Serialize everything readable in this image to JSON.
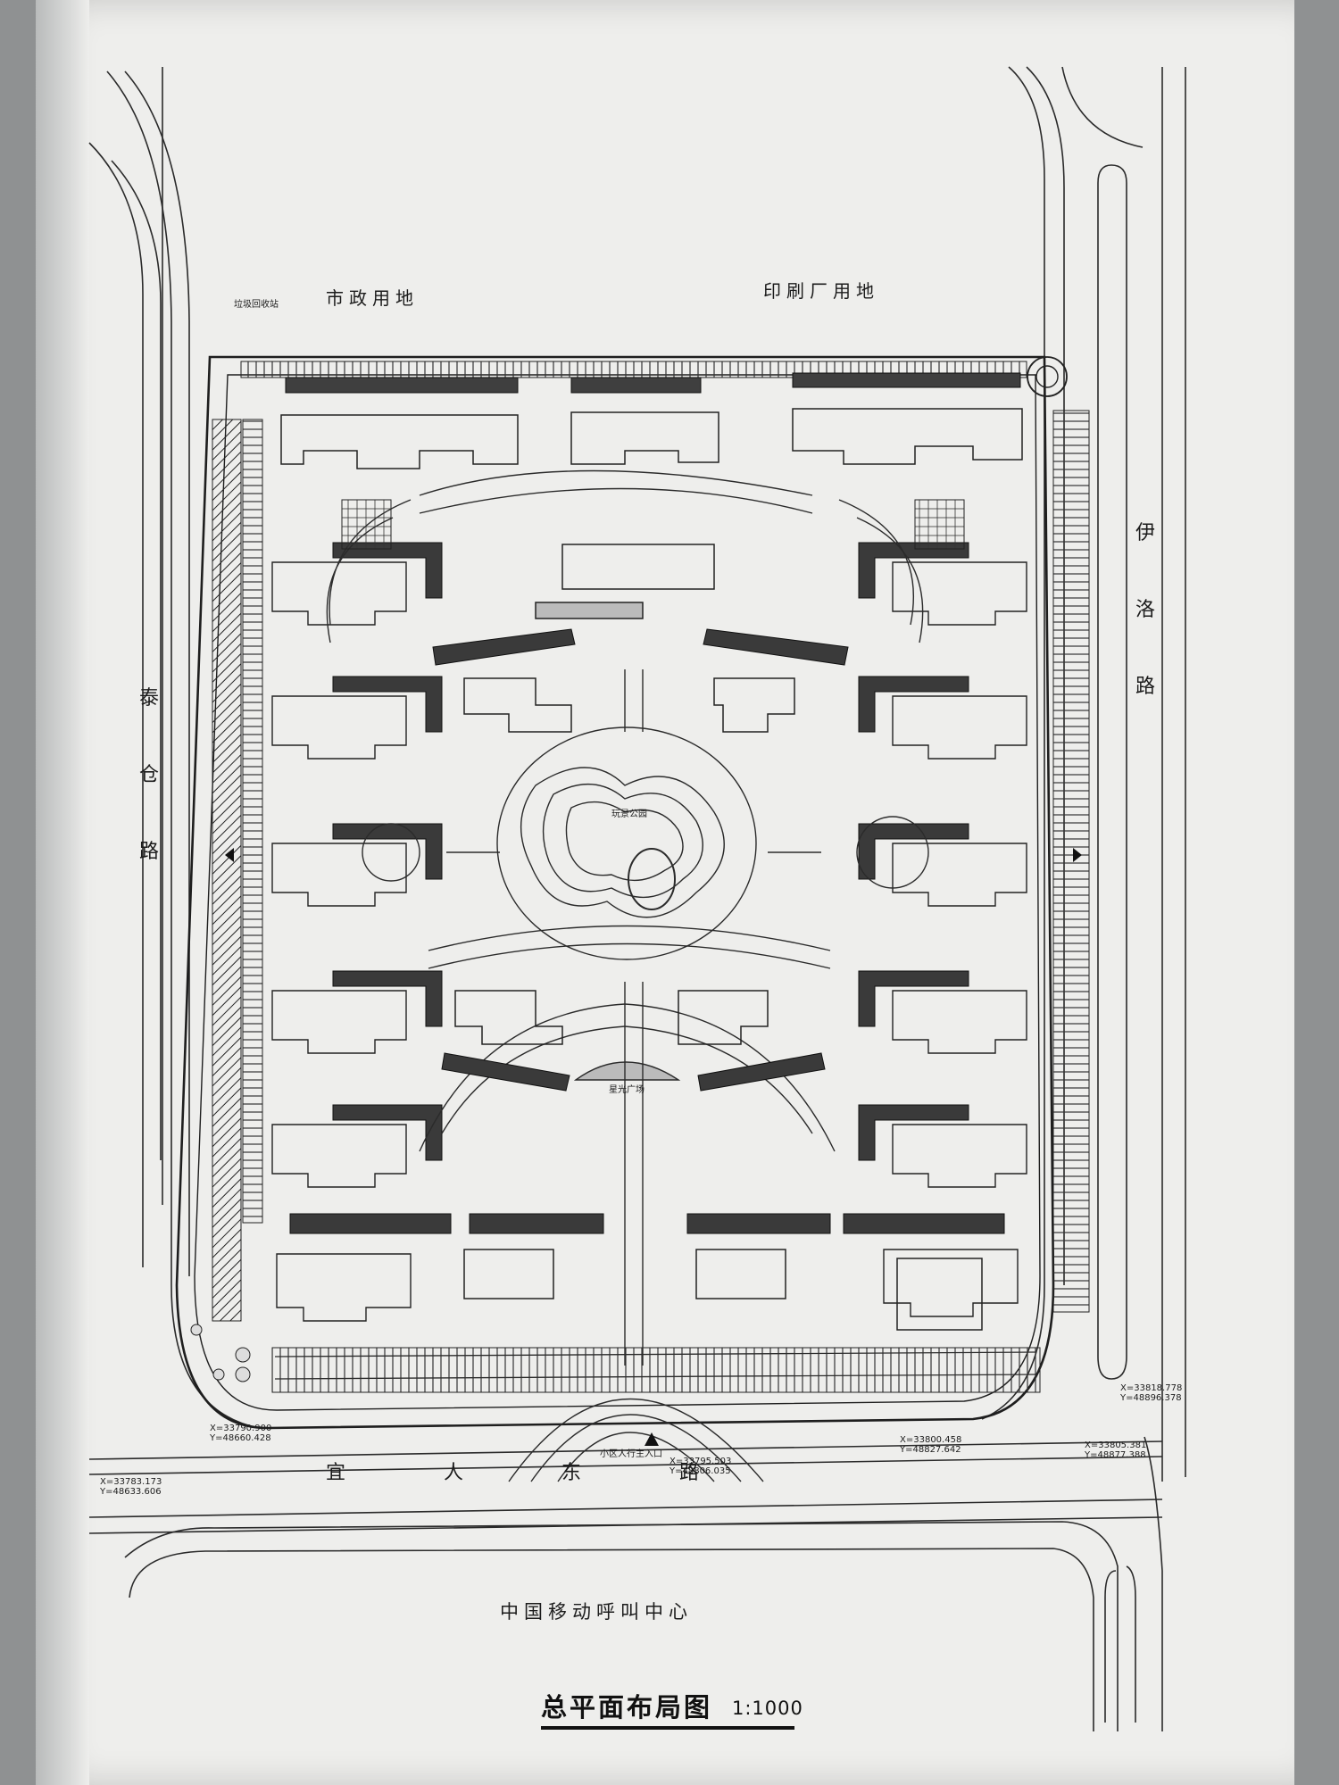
{
  "labels": {
    "municipal_land": "市政用地",
    "printing_land": "印刷厂用地",
    "recycle_station": "垃圾回收站",
    "road_left": "泰仓路",
    "road_right": "伊洛路",
    "road_bottom": "宜人东路",
    "main_entrance": "小区人行主入口",
    "china_mobile": "中国移动呼叫中心",
    "central_park": "玩景公园",
    "square": "星光广场"
  },
  "coords": [
    {
      "x": "X=33783.173",
      "y": "Y=48633.606"
    },
    {
      "x": "X=33790.900",
      "y": "Y=48660.428"
    },
    {
      "x": "X=33795.503",
      "y": "Y=48806.035"
    },
    {
      "x": "X=33800.458",
      "y": "Y=48827.642"
    },
    {
      "x": "X=33805.381",
      "y": "Y=48877.388"
    },
    {
      "x": "X=33818.778",
      "y": "Y=48896.378"
    }
  ],
  "title": "总平面布局图",
  "scale": "1:1000"
}
